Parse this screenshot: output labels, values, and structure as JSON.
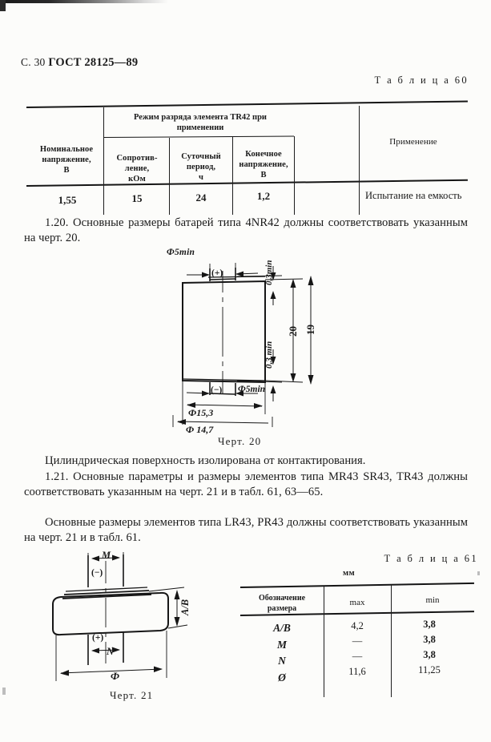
{
  "document": {
    "page_marker": "С.",
    "page_number": "30",
    "standard": "ГОСТ 28125—89"
  },
  "table60": {
    "caption": "Т а б л и ц а  60",
    "group_header": "Режим разряда элемента TR42 при применении",
    "columns": [
      "Номинальное напряжение, В",
      "Сопротив- ление, кОм",
      "Суточный период, ч",
      "Конечное напряжение, В",
      "Применение"
    ],
    "col1_line1": "Номинальное",
    "col1_line2": "напряжение,",
    "col1_line3": "В",
    "col2_line1": "Сопротив-",
    "col2_line2": "ление,",
    "col2_line3": "кОм",
    "col3_line1": "Суточный",
    "col3_line2": "период,",
    "col3_line3": "ч",
    "col4_line1": "Конечное",
    "col4_line2": "напряжение,",
    "col4_line3": "В",
    "col5": "Применение",
    "rows": [
      {
        "nominal_voltage": "1,55",
        "resistance": "15",
        "daily_period": "24",
        "final_voltage": "1,2",
        "application": "Испытание на емкость"
      }
    ]
  },
  "paragraphs": {
    "p120": "1.20. Основные размеры батарей типа 4NR42 должны соответствовать указанным на черт. 20.",
    "p_cyl": "Цилиндрическая поверхность изолирована от контактирования.",
    "p121": "1.21. Основные параметры и размеры элементов типа MR43 SR43, TR43 должны соответствовать указанным на черт. 21 и в табл. 61, 63—65.",
    "p122": "Основные размеры элементов типа LR43, PR43 должны соответствовать указанным на черт. 21 и в табл. 61."
  },
  "figure20": {
    "caption": "Черт. 20",
    "labels": {
      "top_diameter": "Ф5min",
      "positive": "(+)",
      "negative": "(−)",
      "bottom_diameter": "Ф5min",
      "top_gap": "0,3min",
      "bottom_gap": "0,3 min",
      "height_outer": "20",
      "height_inner": "19",
      "width_outer": "Ф15,3",
      "width_inner": "Ф 14,7"
    }
  },
  "figure21": {
    "caption": "Черт. 21",
    "labels": {
      "m": "M",
      "n": "N",
      "negative": "(−)",
      "positive": "(+)",
      "diameter": "Ф",
      "height": "A/B"
    }
  },
  "table61": {
    "caption": "Т а б л и ц а  61",
    "unit": "мм",
    "col0_line1": "Обозначение",
    "col0_line2": "размера",
    "col_max": "max",
    "col_min": "min",
    "symbols": [
      "A/B",
      "M",
      "N",
      "Ø"
    ],
    "max_values": [
      "4,2",
      "—",
      "—",
      "11,6"
    ],
    "min_values": [
      "3,8",
      "3,8",
      "3,8",
      "11,25"
    ]
  }
}
